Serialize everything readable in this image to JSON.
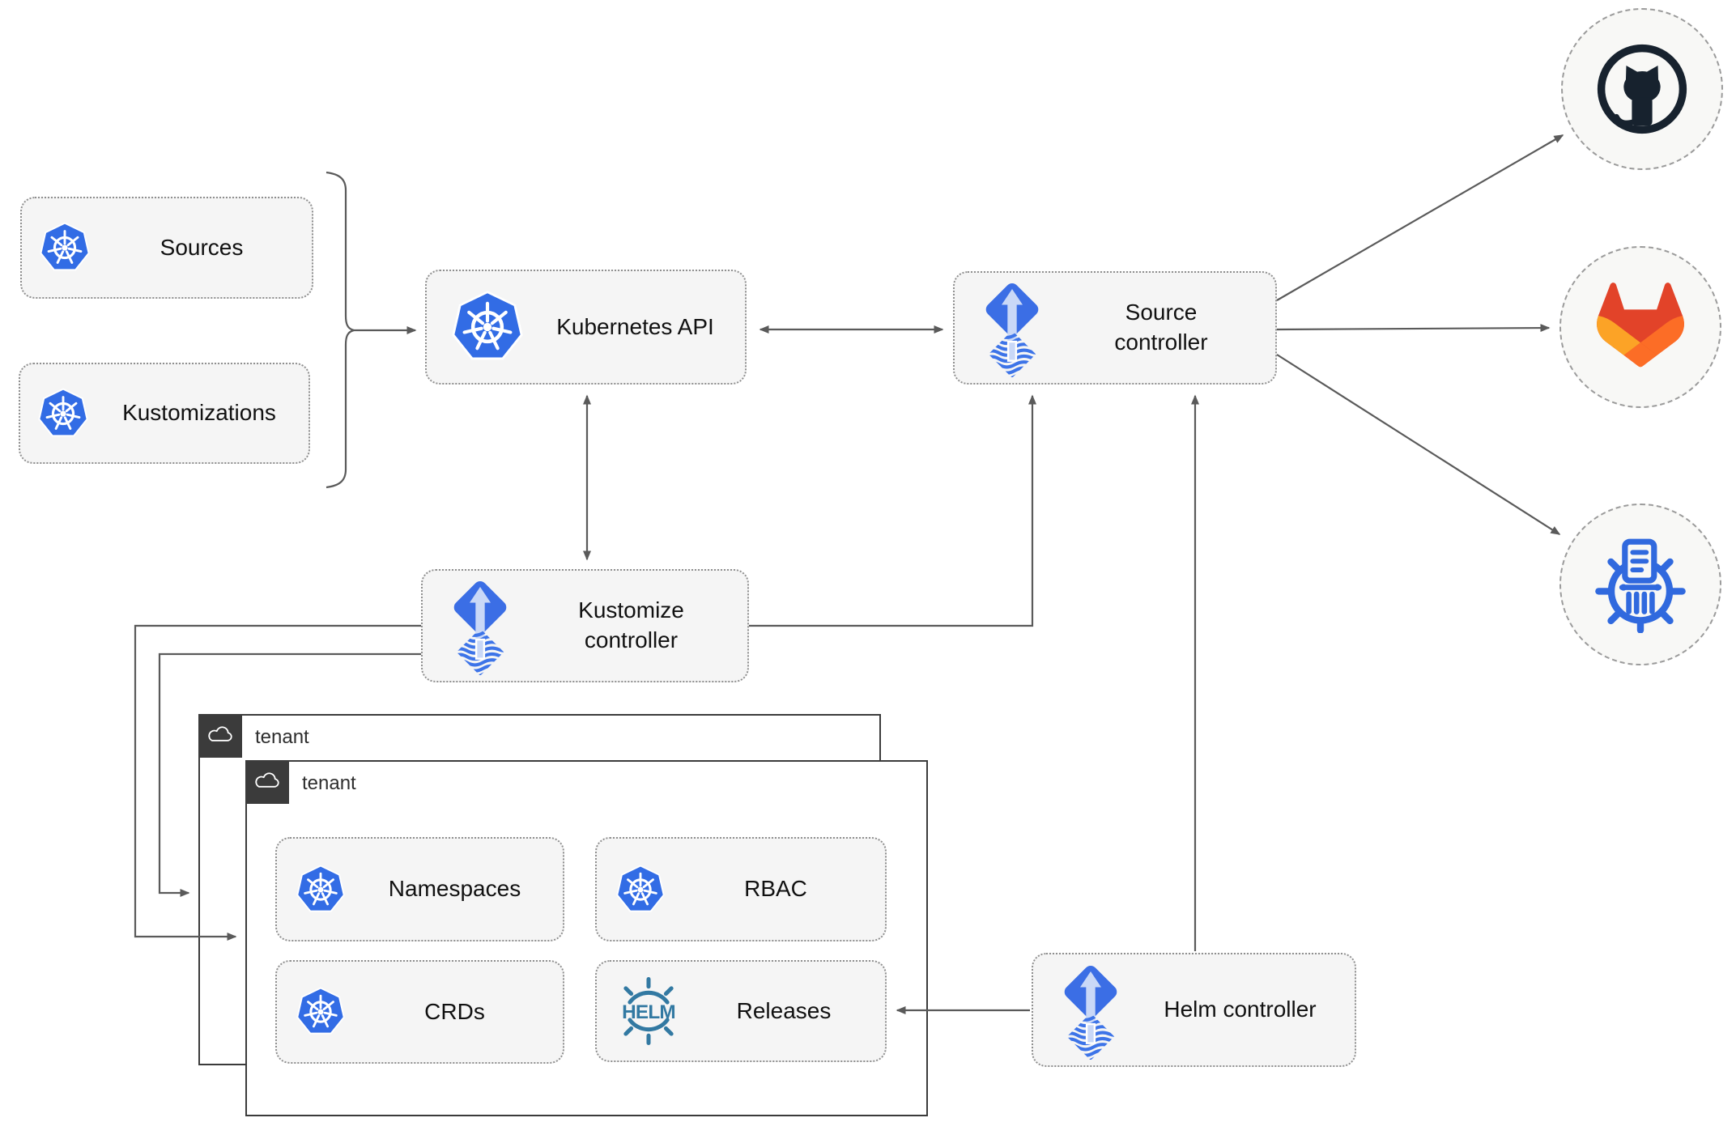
{
  "nodes": {
    "sources": {
      "label": "Sources"
    },
    "kustomizations": {
      "label": "Kustomizations"
    },
    "kubernetes_api": {
      "label": "Kubernetes API"
    },
    "source_controller": {
      "label": "Source controller"
    },
    "kustomize_controller": {
      "label": "Kustomize controller"
    },
    "helm_controller": {
      "label": "Helm controller"
    },
    "tenant_back": {
      "label": "tenant"
    },
    "tenant_front": {
      "label": "tenant"
    },
    "namespaces": {
      "label": "Namespaces"
    },
    "rbac": {
      "label": "RBAC"
    },
    "crds": {
      "label": "CRDs"
    },
    "releases": {
      "label": "Releases",
      "badge": "HELM"
    }
  },
  "endpoints": {
    "github": {
      "icon": "github-icon"
    },
    "gitlab": {
      "icon": "gitlab-icon"
    },
    "chartmuseum": {
      "icon": "chartmuseum-icon"
    }
  },
  "icons": {
    "kubernetes": "kubernetes-wheel-icon",
    "flux": "flux-diamond-icon",
    "helm": "helm-wheel-icon",
    "cloud": "cloud-icon"
  },
  "colors": {
    "kubernetes_blue": "#326CE5",
    "flux_blue": "#3B6EE5",
    "flux_arrow_light": "#C9D8F7",
    "github_dark": "#17222E",
    "gitlab_red": "#E24329",
    "gitlab_orange": "#FC6D26",
    "gitlab_amber": "#FCA326",
    "helm_teal": "#3279A2",
    "chartmuseum_blue": "#3069DE",
    "node_fill": "#F5F5F5",
    "connector_gray": "#5A5A5A",
    "tenant_header_dark": "#3B3B3B"
  }
}
